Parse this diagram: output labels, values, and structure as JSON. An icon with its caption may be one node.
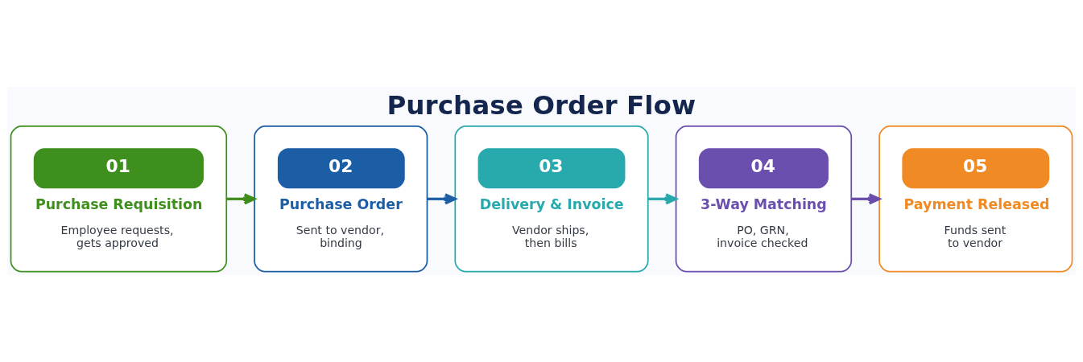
{
  "diagram": {
    "title": "Purchase Order Flow",
    "nodes": [
      {
        "text": [
          "01",
          "Purchase Requisition",
          "Employee requests, gets approved"
        ]
      },
      {
        "text": [
          "02",
          "Purchase Order",
          "Sent to vendor, binding"
        ]
      },
      {
        "text": [
          "03",
          "Delivery & Invoice",
          "Vendor ships, then bills"
        ]
      },
      {
        "text": [
          "04",
          "3-Way Matching",
          "PO, GRN, invoice checked"
        ]
      },
      {
        "text": [
          "05",
          "Payment Released",
          "Funds sent to vendor"
        ]
      }
    ],
    "edges": [
      {
        "from": 0,
        "to": 1,
        "arrow": "to",
        "color": "#3d8c1c"
      },
      {
        "from": 1,
        "to": 2,
        "arrow": "to",
        "color": "#1d5fa6"
      },
      {
        "from": 2,
        "to": 3,
        "arrow": "to",
        "color": "#27a8ac"
      },
      {
        "from": 3,
        "to": 4,
        "arrow": "to",
        "color": "#6a4dab"
      }
    ]
  }
}
